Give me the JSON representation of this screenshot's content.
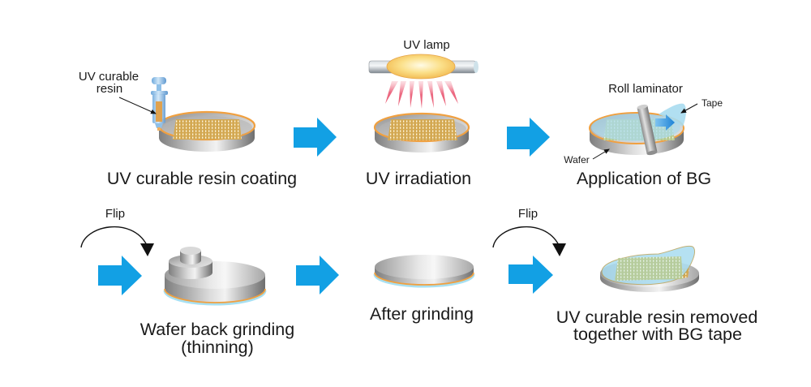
{
  "steps": [
    {
      "id": "resin-coating",
      "label": "UV curable resin coating",
      "callout": [
        "UV curable",
        "resin"
      ]
    },
    {
      "id": "uv-irradiation",
      "label": "UV irradiation",
      "lamp_label": "UV lamp"
    },
    {
      "id": "bg-application",
      "label": "Application of BG",
      "roller_label": "Roll laminator",
      "tape_label": "Tape",
      "wafer_label": "Wafer"
    },
    {
      "id": "back-grinding",
      "label": [
        "Wafer back grinding",
        "(thinning)"
      ],
      "flip_label": "Flip"
    },
    {
      "id": "after-grinding",
      "label": "After grinding"
    },
    {
      "id": "resin-removal",
      "label": [
        "UV curable resin removed",
        "together with BG tape"
      ],
      "flip_label": "Flip"
    }
  ],
  "flow": [
    {
      "from": "resin-coating",
      "to": "uv-irradiation"
    },
    {
      "from": "uv-irradiation",
      "to": "bg-application"
    },
    {
      "from": "bg-application",
      "to": "back-grinding",
      "flip": true
    },
    {
      "from": "back-grinding",
      "to": "after-grinding"
    },
    {
      "from": "after-grinding",
      "to": "resin-removal",
      "flip": true
    }
  ],
  "icons": {
    "flow_arrow": "right-arrow-icon",
    "flip": "curved-flip-arrow-icon"
  },
  "colors": {
    "flow_arrow": "#12a0e4",
    "resin_rim": "#f0a040",
    "uv_ray": "#e8506a",
    "tape": "#a9dcf0",
    "tape_arrow": "#1e82d6",
    "chip_grid": "#d3a852"
  }
}
